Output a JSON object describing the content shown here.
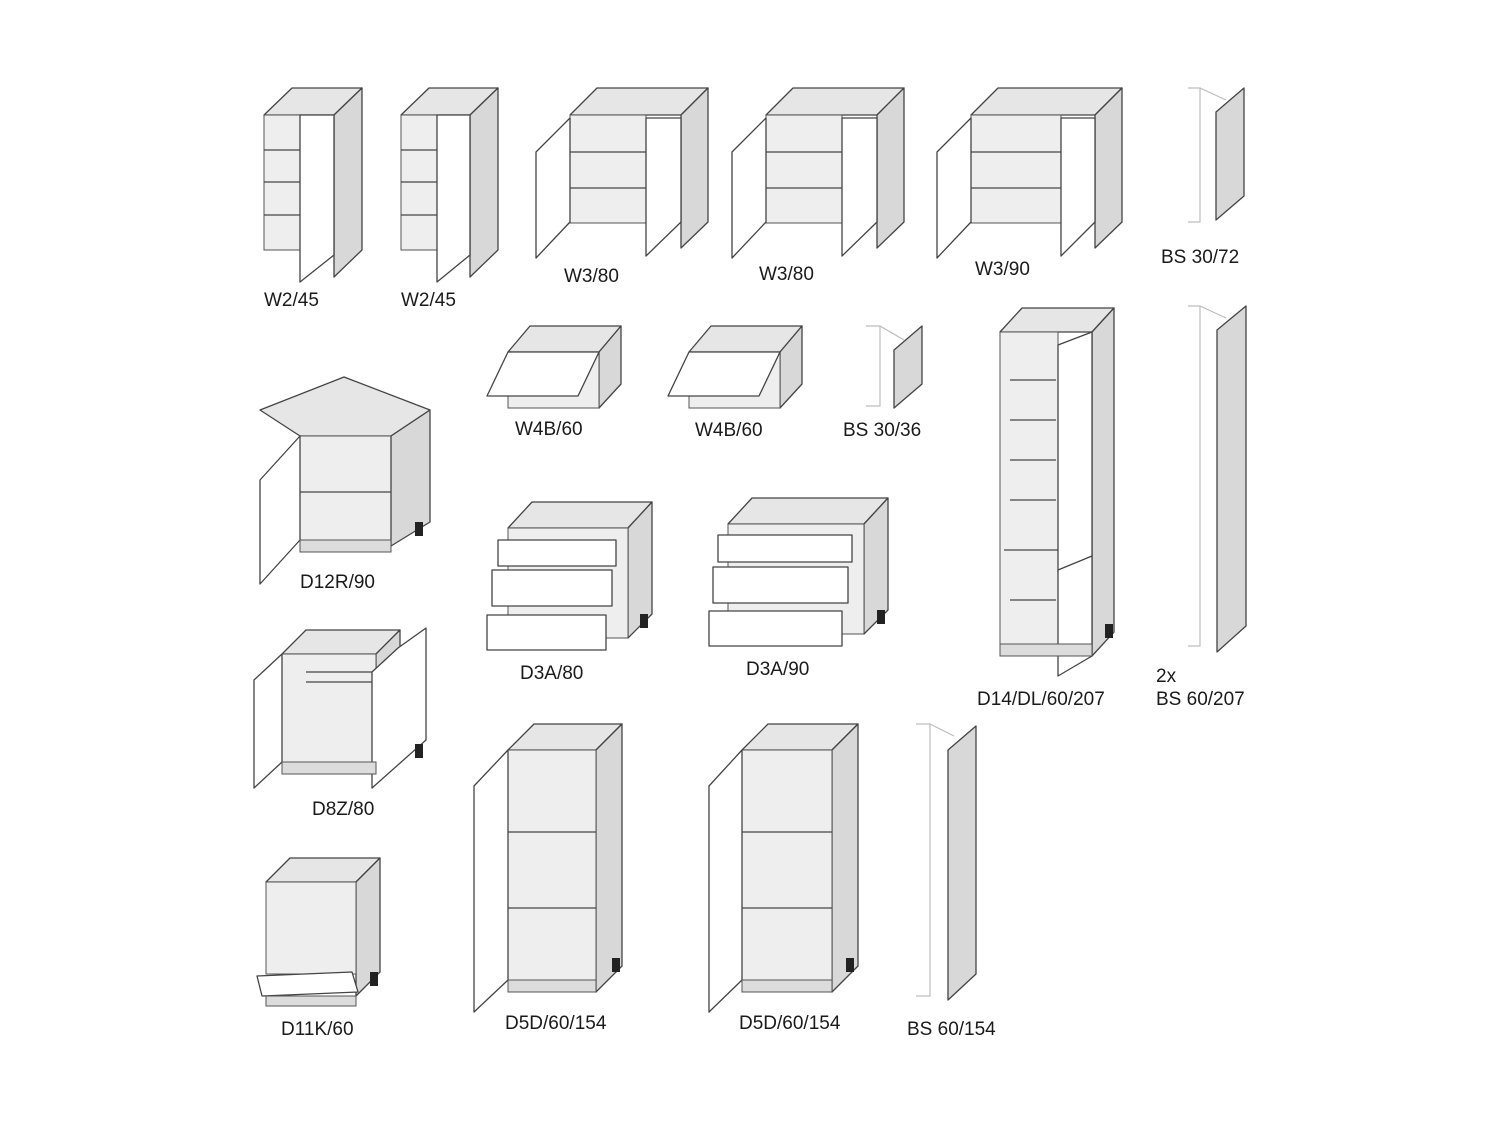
{
  "labels": {
    "w2_45_a": "W2/45",
    "w2_45_b": "W2/45",
    "w3_80_a": "W3/80",
    "w3_80_b": "W3/80",
    "w3_90": "W3/90",
    "bs_30_72": "BS 30/72",
    "w4b_60_a": "W4B/60",
    "w4b_60_b": "W4B/60",
    "bs_30_36": "BS 30/36",
    "d12r_90": "D12R/90",
    "d3a_80": "D3A/80",
    "d3a_90": "D3A/90",
    "d14": "D14/DL/60/207",
    "bs_60_207_qty": "2x",
    "bs_60_207": "BS 60/207",
    "d8z_80": "D8Z/80",
    "d11k_60": "D11K/60",
    "d5d_a": "D5D/60/154",
    "d5d_b": "D5D/60/154",
    "bs_60_154": "BS 60/154"
  }
}
